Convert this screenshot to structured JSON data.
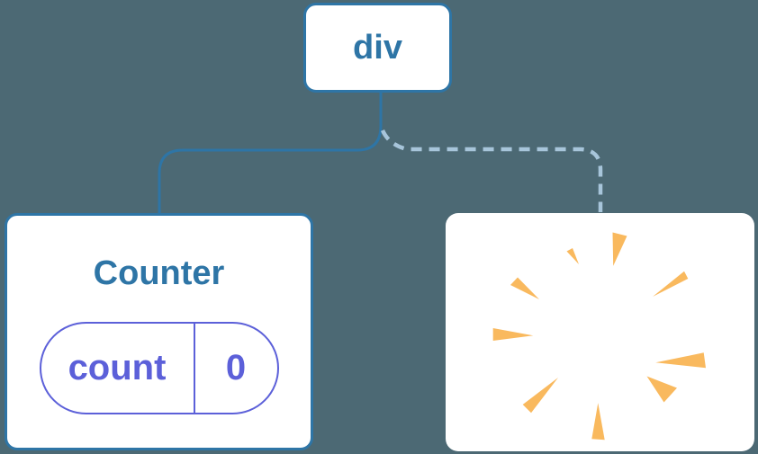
{
  "colors": {
    "background": "#4c6974",
    "node-bg": "#ffffff",
    "blue": "#2e75a6",
    "indigo": "#5c60d9",
    "dashed-blue": "#a7c5da",
    "poof-orange": "#f9b95e"
  },
  "diagram": {
    "root": {
      "label": "div"
    },
    "counter": {
      "title": "Counter",
      "state_pill": {
        "name": "count",
        "value": "0"
      }
    },
    "removed": {
      "icon": "poof-explosion"
    }
  }
}
